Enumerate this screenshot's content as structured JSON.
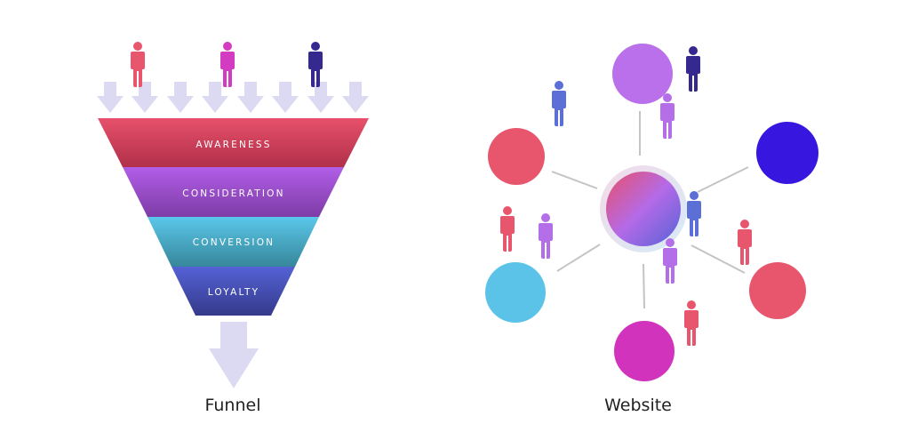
{
  "funnel": {
    "caption": "Funnel",
    "stages": [
      {
        "label": "AWARENESS",
        "color": "#e2475f"
      },
      {
        "label": "CONSIDERATION",
        "color": "#a855e0"
      },
      {
        "label": "CONVERSION",
        "color": "#4cbfe0"
      },
      {
        "label": "LOYALTY",
        "color": "#4a55c8"
      }
    ],
    "arrow_color": "#dcdaf2"
  },
  "website": {
    "caption": "Website",
    "node_colors": [
      "#b970ea",
      "#e8566e",
      "#3717e0",
      "#5cc3e8",
      "#d133bd",
      "#e8566e"
    ]
  },
  "people_colors": {
    "red": "#e8566e",
    "magenta": "#d33bc0",
    "navy": "#35288f",
    "blue": "#5b6fd6",
    "lilac": "#b46ee8"
  }
}
